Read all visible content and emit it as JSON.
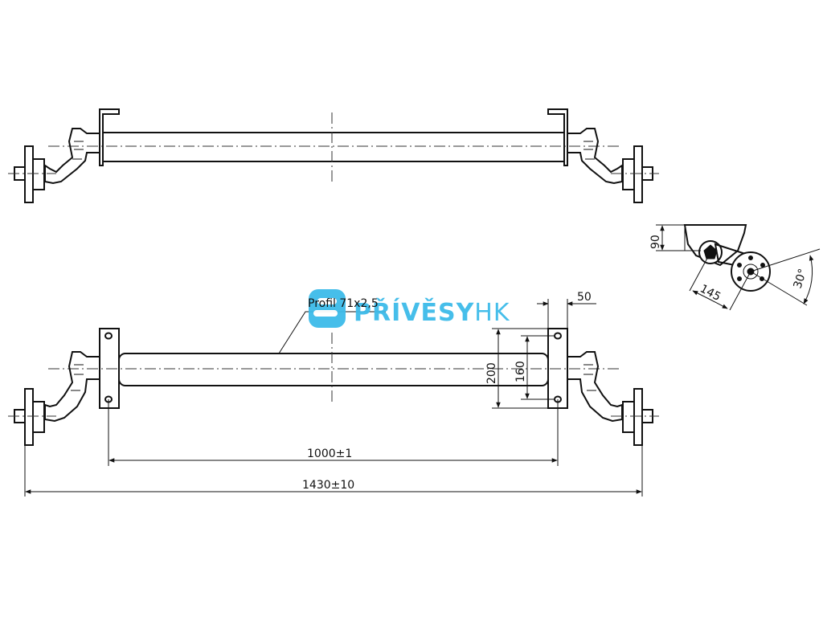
{
  "logo": {
    "brand_main": "PŘÍVĚSY",
    "brand_suffix": "HK",
    "color": "#3dbbe9"
  },
  "labels": {
    "profile": "Profil 71x2,5",
    "dim_flange_width": "50",
    "dim_bracket_outer": "200",
    "dim_bracket_hole": "160",
    "dim_inner_width": "1000±1",
    "dim_total_width": "1430±10",
    "dim_side_height": "90",
    "dim_arm_length": "145",
    "dim_arm_angle": "30°"
  },
  "colors": {
    "line": "#111111",
    "brand": "#3dbbe9"
  }
}
